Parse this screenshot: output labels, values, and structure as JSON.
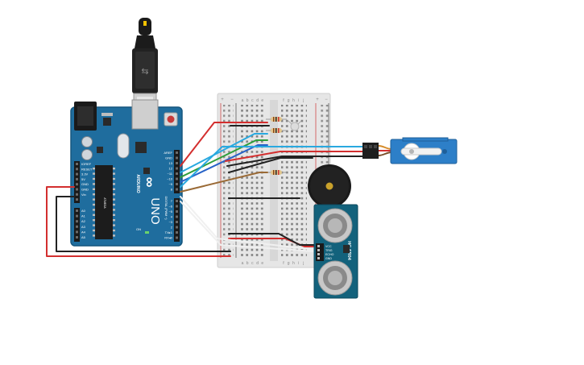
{
  "arduino": {
    "brand": "ARDUINO",
    "model": "UNO",
    "logo_text": "∞",
    "on_label": "ON",
    "header_top_labels": [
      "AREF",
      "GND",
      "13",
      "12",
      "~11",
      "~10",
      "~9",
      "8"
    ],
    "header_bottom_labels": [
      "7",
      "~6",
      "~5",
      "4",
      "~3",
      "2",
      "TX▸1",
      "RX◂0"
    ],
    "digital_label": "DIGITAL (PWM ~)",
    "power_labels": [
      "IOREF",
      "RESET",
      "3.3V",
      "5V",
      "GND",
      "GND",
      "Vin"
    ],
    "analog_labels": [
      "A0",
      "A1",
      "A2",
      "A3",
      "A4",
      "A5"
    ],
    "chip_label": "ATMEGA"
  },
  "breadboard": {
    "column_letters_left": [
      "a",
      "b",
      "c",
      "d",
      "e"
    ],
    "column_letters_right": [
      "f",
      "g",
      "h",
      "i",
      "j"
    ],
    "rail_plus": "+",
    "rail_minus": "−"
  },
  "sensor": {
    "title": "HC-SR04",
    "pin_labels": [
      "VCC",
      "TRIG",
      "ECHO",
      "GND"
    ]
  },
  "colors": {
    "board_blue": "#1f6d9e",
    "wire_red": "#d32f2f",
    "wire_black": "#222222",
    "wire_cyan": "#29a9e0",
    "wire_green": "#2e9e3a",
    "wire_blue": "#2762c7",
    "wire_brown": "#9a6a36",
    "sensor_teal": "#13627c",
    "servo_blue": "#2d7fc8"
  }
}
